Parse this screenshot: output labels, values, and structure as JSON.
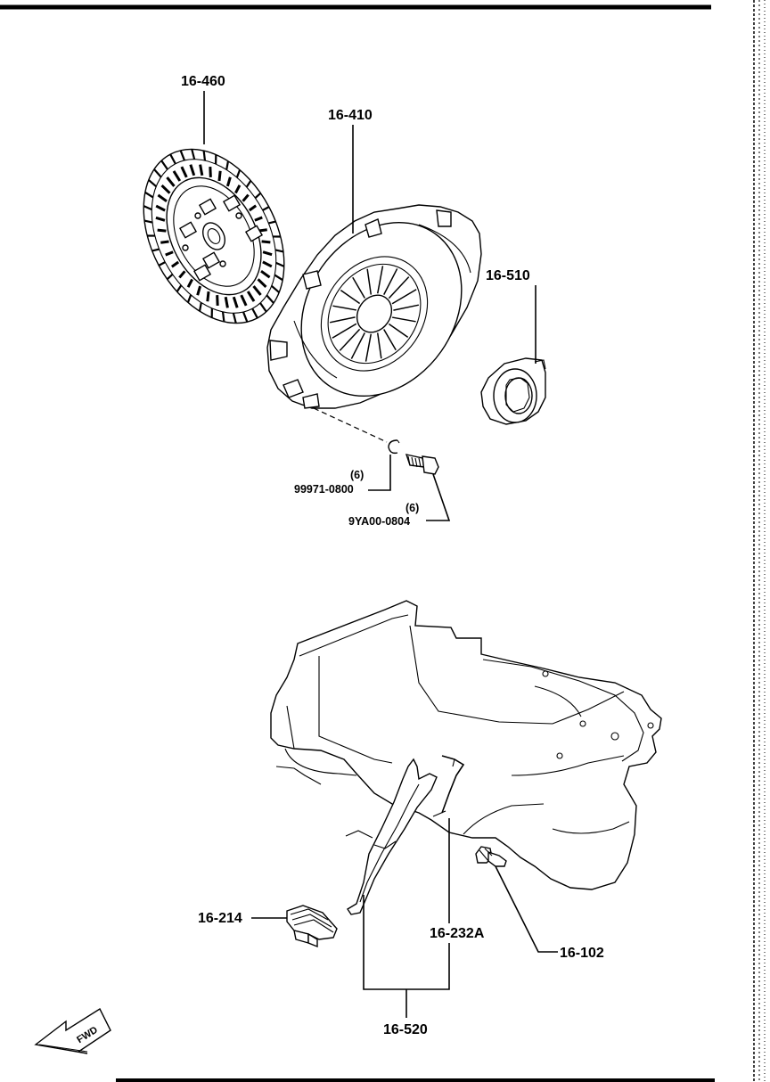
{
  "labels": {
    "clutch_disc": "16-460",
    "pressure_plate": "16-410",
    "release_bearing": "16-510",
    "washer_qty": "(6)",
    "washer_part": "99971-0800",
    "bolt_qty": "(6)",
    "bolt_part": "9YA00-0804",
    "boot": "16-214",
    "spring_clip": "16-232A",
    "pivot_bolt": "16-102",
    "release_fork": "16-520",
    "fwd_arrow": "FWD"
  }
}
